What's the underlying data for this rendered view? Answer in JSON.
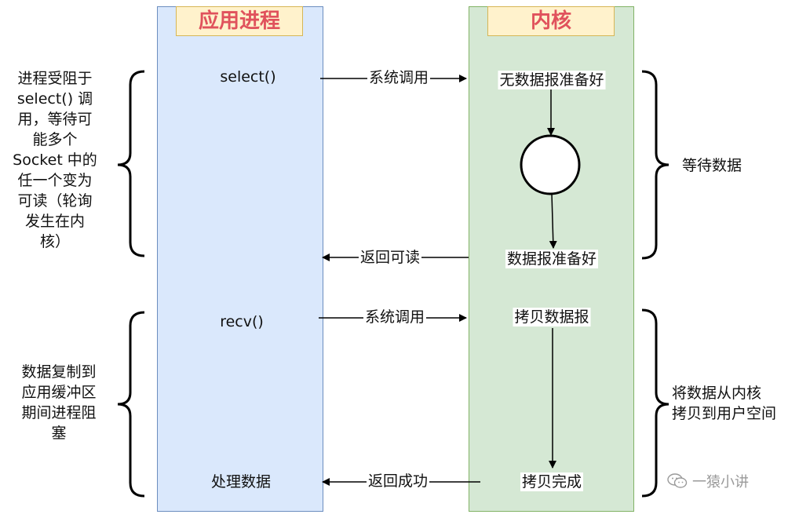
{
  "lanes": {
    "app": "应用进程",
    "kernel": "内核"
  },
  "calls": {
    "select": "select()",
    "recv": "recv()",
    "handle": "处理数据"
  },
  "arrows": {
    "syscall_1": "系统调用",
    "return_readable": "返回可读",
    "syscall_2": "系统调用",
    "return_success": "返回成功"
  },
  "kernel_steps": {
    "no_datagram": "无数据报准备好",
    "datagram_ready": "数据报准备好",
    "copy_datagram": "拷贝数据报",
    "copy_done": "拷贝完成"
  },
  "notes": {
    "left_top_lines": [
      "进程受阻于",
      "select() 调",
      "用，等待可",
      "能多个",
      "Socket 中的",
      "任一个变为",
      "可读（轮询",
      "发生在内",
      "核）"
    ],
    "left_bottom_lines": [
      "数据复制到",
      "应用缓冲区",
      "期间进程阻",
      "塞"
    ],
    "right_top": "等待数据",
    "right_bottom_lines": [
      "将数据从内核",
      "拷贝到用户空间"
    ]
  },
  "watermark": "一猿小讲"
}
